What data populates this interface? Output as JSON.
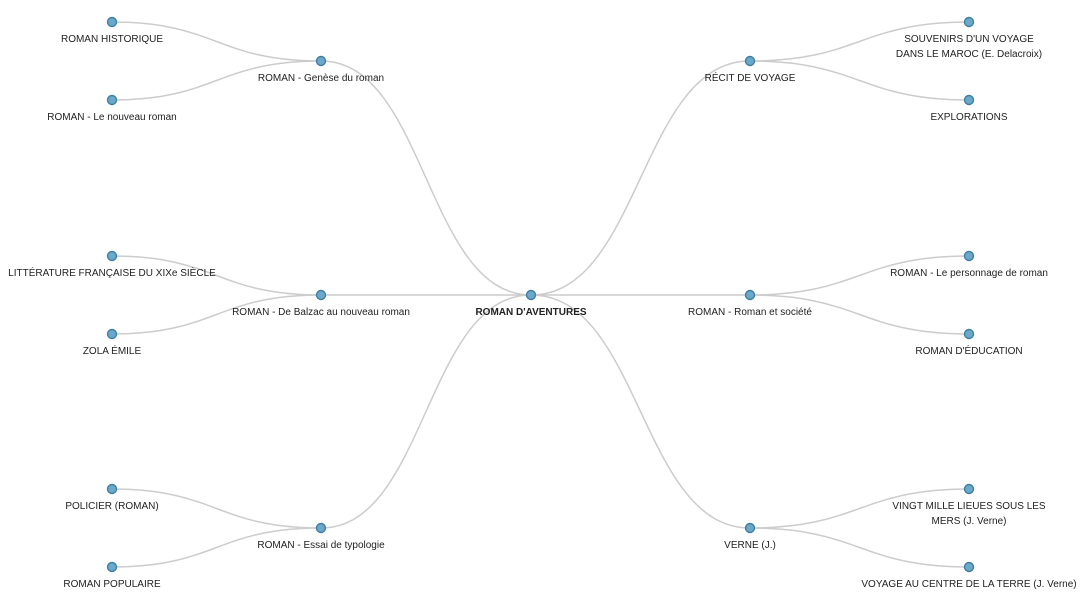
{
  "root": {
    "id": "root",
    "label": [
      "ROMAN D'AVENTURES"
    ]
  },
  "children": [
    {
      "id": "genese",
      "side": "left",
      "label": [
        "ROMAN - Genèse du roman"
      ],
      "children": [
        {
          "id": "historique",
          "label": [
            "ROMAN HISTORIQUE"
          ]
        },
        {
          "id": "nouveau",
          "label": [
            "ROMAN - Le nouveau roman"
          ]
        }
      ]
    },
    {
      "id": "balzac",
      "side": "left",
      "label": [
        "ROMAN - De Balzac au nouveau roman"
      ],
      "children": [
        {
          "id": "litterature",
          "label": [
            "LITTÉRATURE FRANÇAISE DU XIXe SIÈCLE"
          ]
        },
        {
          "id": "zola",
          "label": [
            "ZOLA ÉMILE"
          ]
        }
      ]
    },
    {
      "id": "typologie",
      "side": "left",
      "label": [
        "ROMAN - Essai de typologie"
      ],
      "children": [
        {
          "id": "policier",
          "label": [
            "POLICIER (ROMAN)"
          ]
        },
        {
          "id": "populaire",
          "label": [
            "ROMAN POPULAIRE"
          ]
        }
      ]
    },
    {
      "id": "recit",
      "side": "right",
      "label": [
        "RÉCIT DE VOYAGE"
      ],
      "children": [
        {
          "id": "souvenirs",
          "label": [
            "SOUVENIRS D'UN VOYAGE",
            "DANS LE MAROC (E. Delacroix)"
          ]
        },
        {
          "id": "explorations",
          "label": [
            "EXPLORATIONS"
          ]
        }
      ]
    },
    {
      "id": "societe",
      "side": "right",
      "label": [
        "ROMAN - Roman et société"
      ],
      "children": [
        {
          "id": "personnage",
          "label": [
            "ROMAN - Le personnage de roman"
          ]
        },
        {
          "id": "education",
          "label": [
            "ROMAN D'ÉDUCATION"
          ]
        }
      ]
    },
    {
      "id": "verne",
      "side": "right",
      "label": [
        "VERNE (J.)"
      ],
      "children": [
        {
          "id": "vingt",
          "label": [
            "VINGT MILLE LIEUES SOUS LES",
            "MERS (J. Verne)"
          ]
        },
        {
          "id": "centre",
          "label": [
            "VOYAGE AU CENTRE DE LA TERRE (J. Verne)"
          ]
        }
      ]
    }
  ]
}
